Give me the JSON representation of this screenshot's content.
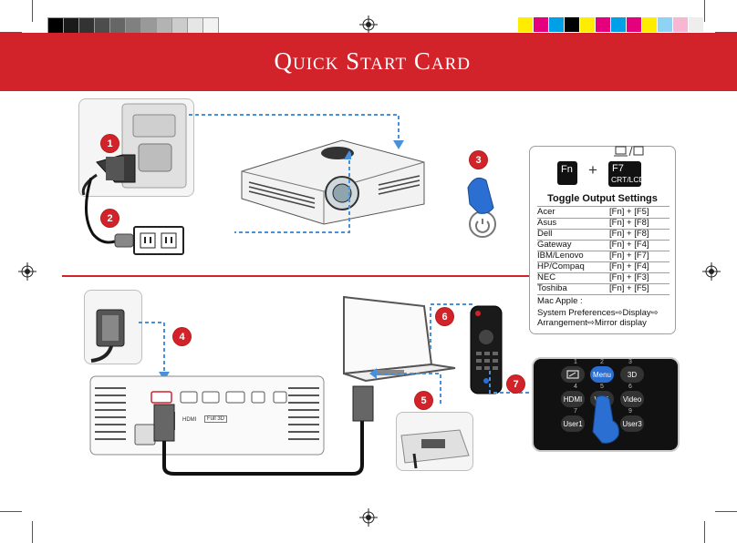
{
  "colors": {
    "banner": "#d2232a",
    "accent_line": "#d2232a",
    "dashed_cable": "#4a90d9",
    "badge": "#d2232a",
    "key_bg": "#111111",
    "remote_highlight": "#2a6fd1"
  },
  "color_bar_left": [
    "#000000",
    "#1a1a1a",
    "#333333",
    "#4d4d4d",
    "#666666",
    "#808080",
    "#999999",
    "#b3b3b3",
    "#cccccc",
    "#e6e6e6",
    "#f2f2f2"
  ],
  "color_bar_right": [
    "#ffed00",
    "#e5007e",
    "#00a0e9",
    "#000000",
    "#ffed00",
    "#e5007e",
    "#00a0e9",
    "#e5007e",
    "#ffed00",
    "#8fd3f4",
    "#f7b6d2",
    "#eeeeee"
  ],
  "header": {
    "title": "Quick Start Card"
  },
  "steps": [
    "1",
    "2",
    "3",
    "4",
    "5",
    "6",
    "7"
  ],
  "hotkey": {
    "icon": "laptop-monitor-toggle-icon",
    "fn_key": "Fn",
    "plus": "+",
    "f7_key": "F7",
    "f7_sub": "CRT/LCD"
  },
  "toggle_table": {
    "title": "Toggle Output Settings",
    "rows": [
      {
        "brand": "Acer",
        "keys": "[Fn] + [F5]"
      },
      {
        "brand": "Asus",
        "keys": "[Fn] + [F8]"
      },
      {
        "brand": "Dell",
        "keys": "[Fn] + [F8]"
      },
      {
        "brand": "Gateway",
        "keys": "[Fn] + [F4]"
      },
      {
        "brand": "IBM/Lenovo",
        "keys": "[Fn] + [F7]"
      },
      {
        "brand": "HP/Compaq",
        "keys": "[Fn] + [F4]"
      },
      {
        "brand": "NEC",
        "keys": "[Fn] + [F3]"
      },
      {
        "brand": "Toshiba",
        "keys": "[Fn] + [F5]"
      }
    ],
    "mac_label": "Mac Apple :",
    "mac_line1": "System Preferences⇨Display⇨",
    "mac_line2": "Arrangement⇨Mirror display"
  },
  "remote_zoom": {
    "numbers": [
      "1",
      "2",
      "3",
      "4",
      "5",
      "6",
      "7",
      "9"
    ],
    "buttons": [
      "Menu",
      "3D",
      "HDMI",
      "VGA",
      "Video",
      "User1",
      "User3"
    ]
  },
  "projector_labels": {
    "hdmi": "HDMI",
    "full3d": "Full 3D"
  }
}
